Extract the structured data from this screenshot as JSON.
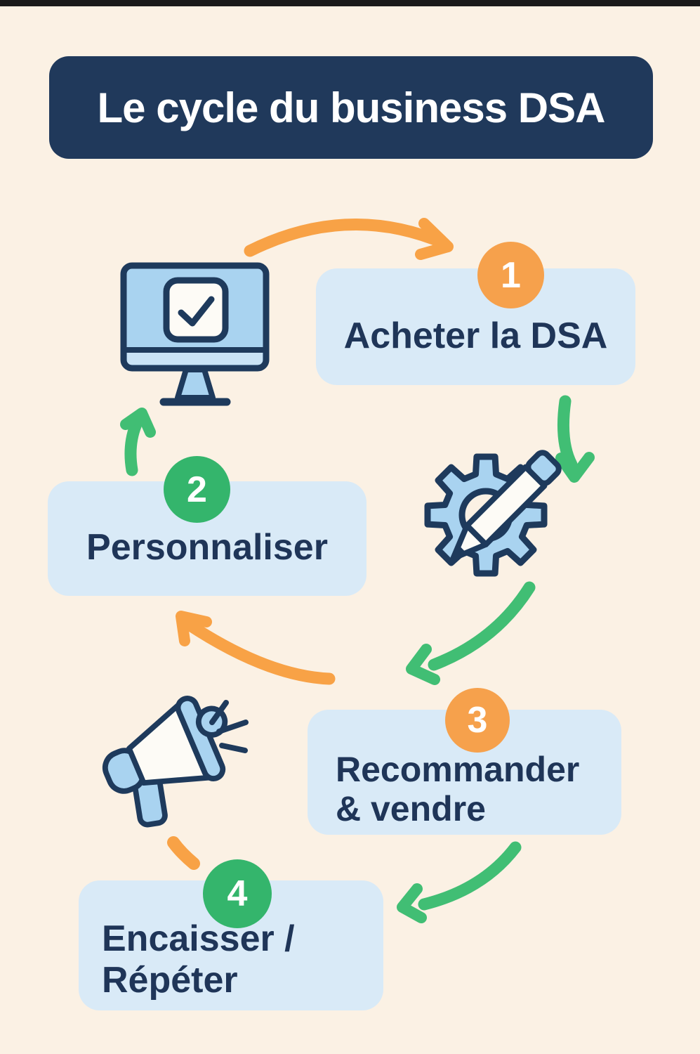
{
  "page": {
    "background_color": "#FBF1E4",
    "top_bar_color": "#1A1A1A"
  },
  "title": {
    "text": "Le cycle du business DSA",
    "bg_color": "#20395B",
    "text_color": "#FFFFFF"
  },
  "colors": {
    "card_bg": "#D9EAF7",
    "label_navy": "#1F3558",
    "icon_outline_navy": "#1E3A5C",
    "icon_fill_blue": "#A9D3F0",
    "icon_fill_light": "#FDFBF6",
    "arrow_orange": "#F8A246",
    "arrow_green": "#41BE74",
    "badge_orange": "#F6A14C",
    "badge_green": "#34B56C"
  },
  "steps": [
    {
      "number": "1",
      "label": "Acheter la DSA",
      "badge_color": "#F6A14C"
    },
    {
      "number": "2",
      "label": "Personnaliser",
      "badge_color": "#34B56C"
    },
    {
      "number": "3",
      "label": "Recommander\n& vendre",
      "badge_color": "#F6A14C"
    },
    {
      "number": "4",
      "label": "Encaisser /\nRépéter",
      "badge_color": "#34B56C"
    }
  ],
  "icons": [
    {
      "name": "monitor-checkbox-icon",
      "meaning": "écran avec case cochée"
    },
    {
      "name": "gear-pencil-icon",
      "meaning": "engrenage avec crayon"
    },
    {
      "name": "megaphone-icon",
      "meaning": "mégaphone"
    }
  ],
  "arrows": [
    {
      "name": "monitor-to-step1",
      "color": "#F8A246"
    },
    {
      "name": "step1-to-gear",
      "color": "#41BE74"
    },
    {
      "name": "gear-to-step3",
      "color": "#41BE74"
    },
    {
      "name": "step3-to-step2",
      "color": "#F8A246"
    },
    {
      "name": "step2-to-monitor",
      "color": "#41BE74"
    },
    {
      "name": "step3-to-step4",
      "color": "#41BE74"
    },
    {
      "name": "megaphone-to-step4",
      "color": "#F8A246"
    }
  ]
}
